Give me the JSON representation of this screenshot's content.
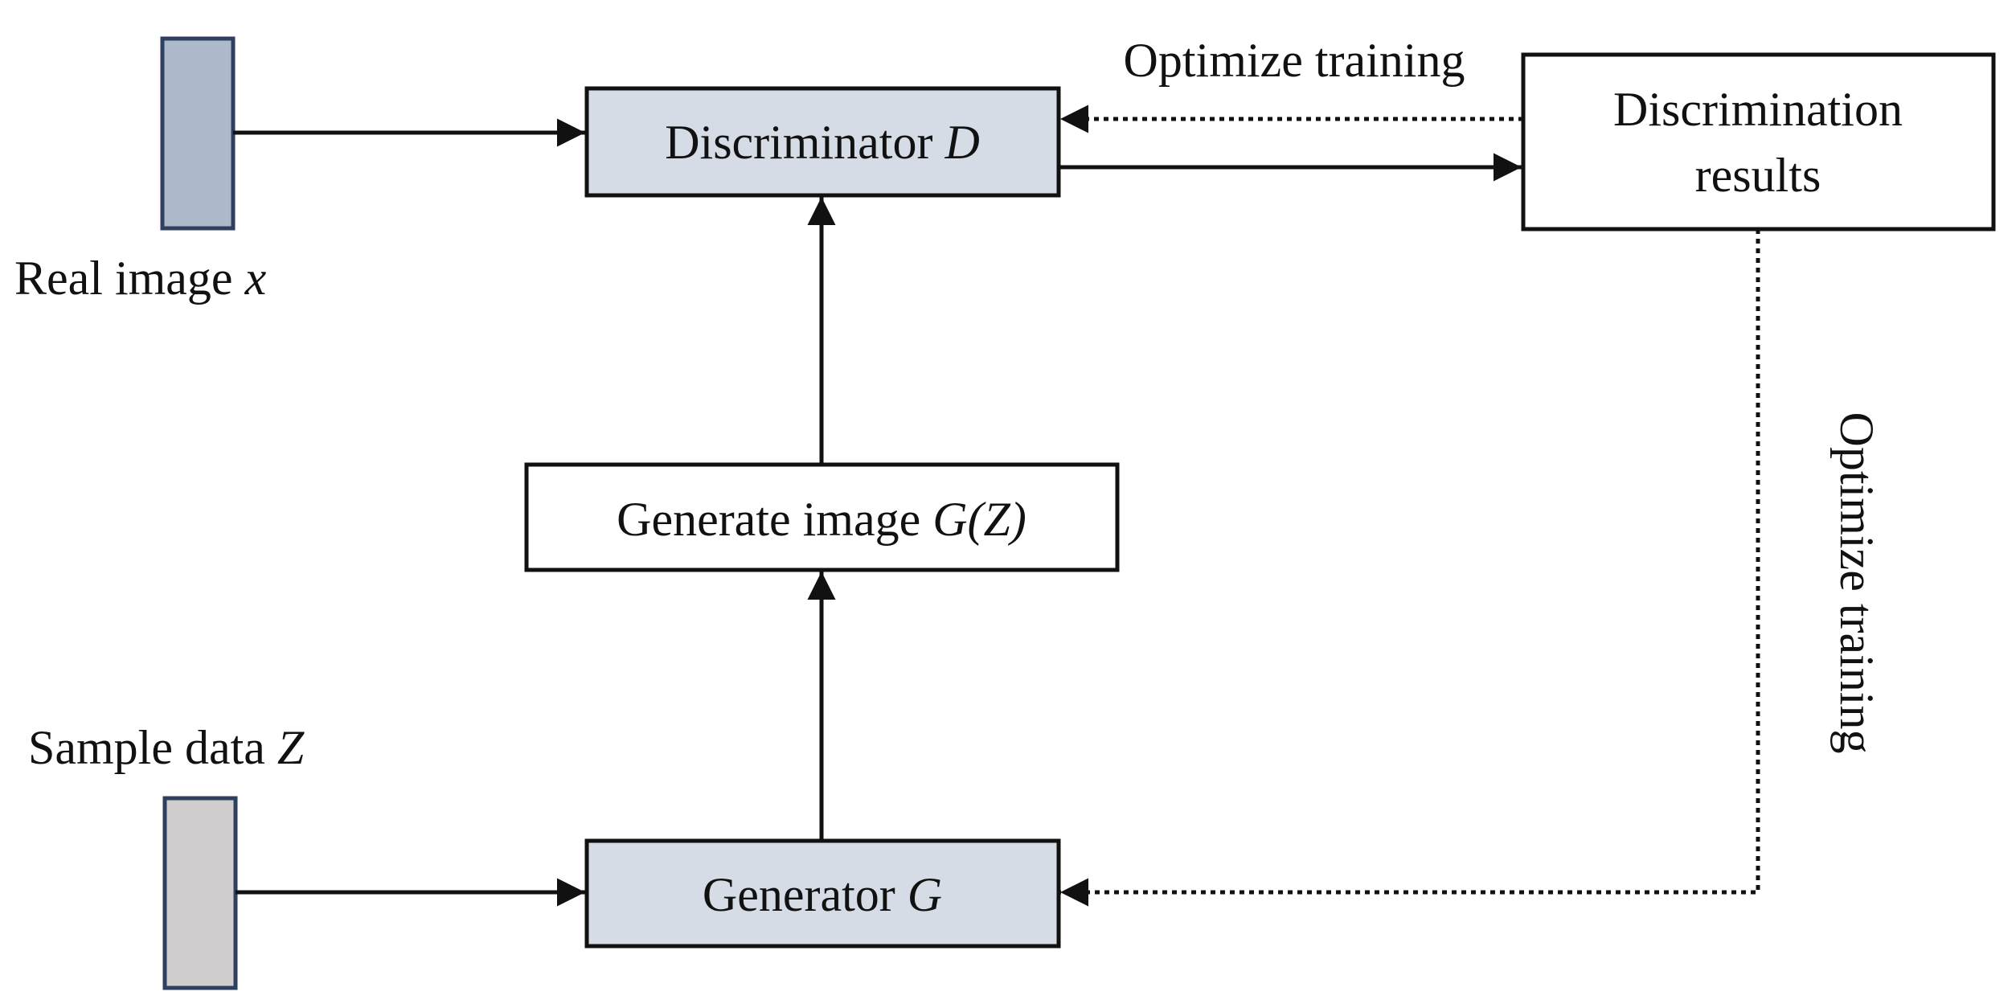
{
  "colors": {
    "model_box_fill": "#d6dce6",
    "plain_box_fill": "#ffffff",
    "real_image_fill": "#adb9ca",
    "real_image_stroke": "#2f3f5f",
    "sample_data_fill": "#d0cece",
    "sample_data_stroke": "#2f3f5f",
    "line": "#111111"
  },
  "nodes": {
    "real_image": {
      "label": "Real image ",
      "symbol": "x"
    },
    "sample_data": {
      "label": "Sample data ",
      "symbol": "Z"
    },
    "discriminator": {
      "label": "Discriminator ",
      "symbol": "D"
    },
    "generator": {
      "label": "Generator ",
      "symbol": "G"
    },
    "generated_image": {
      "label": "Generate image ",
      "symbol": "G(Z)"
    },
    "discrimination_results": {
      "label_line1": "Discrimination",
      "label_line2": "results"
    }
  },
  "edges": {
    "feedback_to_discriminator": {
      "label": "Optimize training",
      "style": "dotted"
    },
    "feedback_to_generator": {
      "label": "Optimize training",
      "style": "dotted"
    }
  }
}
